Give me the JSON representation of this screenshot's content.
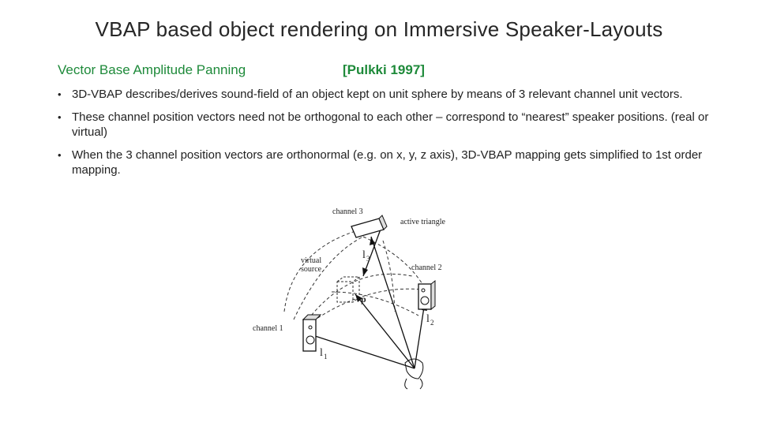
{
  "title": "VBAP based object rendering  on Immersive Speaker-Layouts",
  "subtitle": "Vector Base Amplitude Panning",
  "citation": "[Pulkki   1997]",
  "bullets": [
    "3D-VBAP describes/derives sound-field of an object kept on unit sphere by means of  3 relevant channel unit vectors.",
    "These channel position vectors need not be orthogonal to each other – correspond to “nearest” speaker positions.  (real or virtual)",
    "When the 3 channel position vectors are orthonormal (e.g. on x, y, z axis), 3D-VBAP mapping gets simplified to 1st order mapping."
  ],
  "figure": {
    "label_channel3": "channel 3",
    "label_active_triangle": "active triangle",
    "label_virtual": "virtual",
    "label_source": "source",
    "label_channel2": "channel 2",
    "label_channel1": "channel 1",
    "label_l3": "l",
    "label_l3_sub": "3",
    "label_l2": "l",
    "label_l2_sub": "2",
    "label_l1": "l",
    "label_l1_sub": "1",
    "label_p": "p"
  }
}
